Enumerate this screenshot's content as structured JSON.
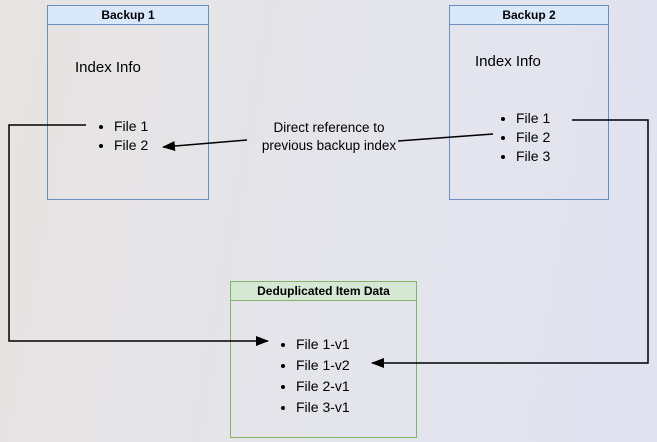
{
  "colors": {
    "blue_border": "#6c8ebf",
    "blue_header_fill": "#dae8fc",
    "green_border": "#82b366",
    "green_header_fill": "#d5e8d4",
    "arrow_color": "#000000",
    "bg_start": "#e7e4e1",
    "bg_end": "#e2e3f1"
  },
  "boxes": {
    "backup1": {
      "title": "Backup 1",
      "label": "Index Info",
      "items": [
        "File 1",
        "File 2"
      ]
    },
    "backup2": {
      "title": "Backup 2",
      "label": "Index Info",
      "items": [
        "File 1",
        "File 2",
        "File 3"
      ]
    },
    "dedup": {
      "title": "Deduplicated Item Data",
      "items": [
        "File 1-v1",
        "File 1-v2",
        "File 2-v1",
        "File 3-v1"
      ]
    }
  },
  "annotation": {
    "line1": "Direct reference to",
    "line2": "previous backup index"
  }
}
